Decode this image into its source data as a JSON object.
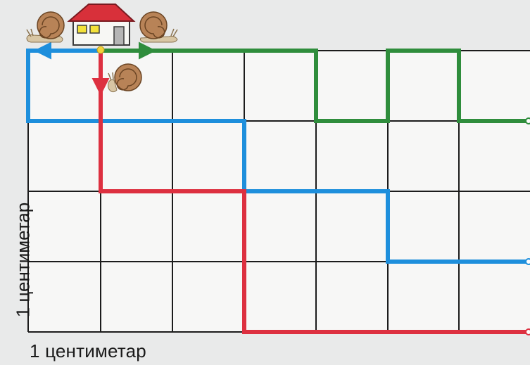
{
  "labels": {
    "horizontal_unit": "1 центиметар",
    "vertical_unit": "1 центиметар"
  },
  "grid": {
    "columns": 7,
    "rows": 4
  },
  "colors": {
    "grid": "#1c1c1c",
    "blue": "#1e8fdc",
    "green": "#2f8d3c",
    "red": "#dd3040",
    "house_wall": "#f7f7f4",
    "house_roof": "#d8303a",
    "house_window": "#f3e13a",
    "snail_shell": "#b88357",
    "start_dot": "#f2d33a"
  },
  "icons": [
    "house-icon",
    "snail-icon",
    "snail-icon",
    "snail-icon"
  ]
}
